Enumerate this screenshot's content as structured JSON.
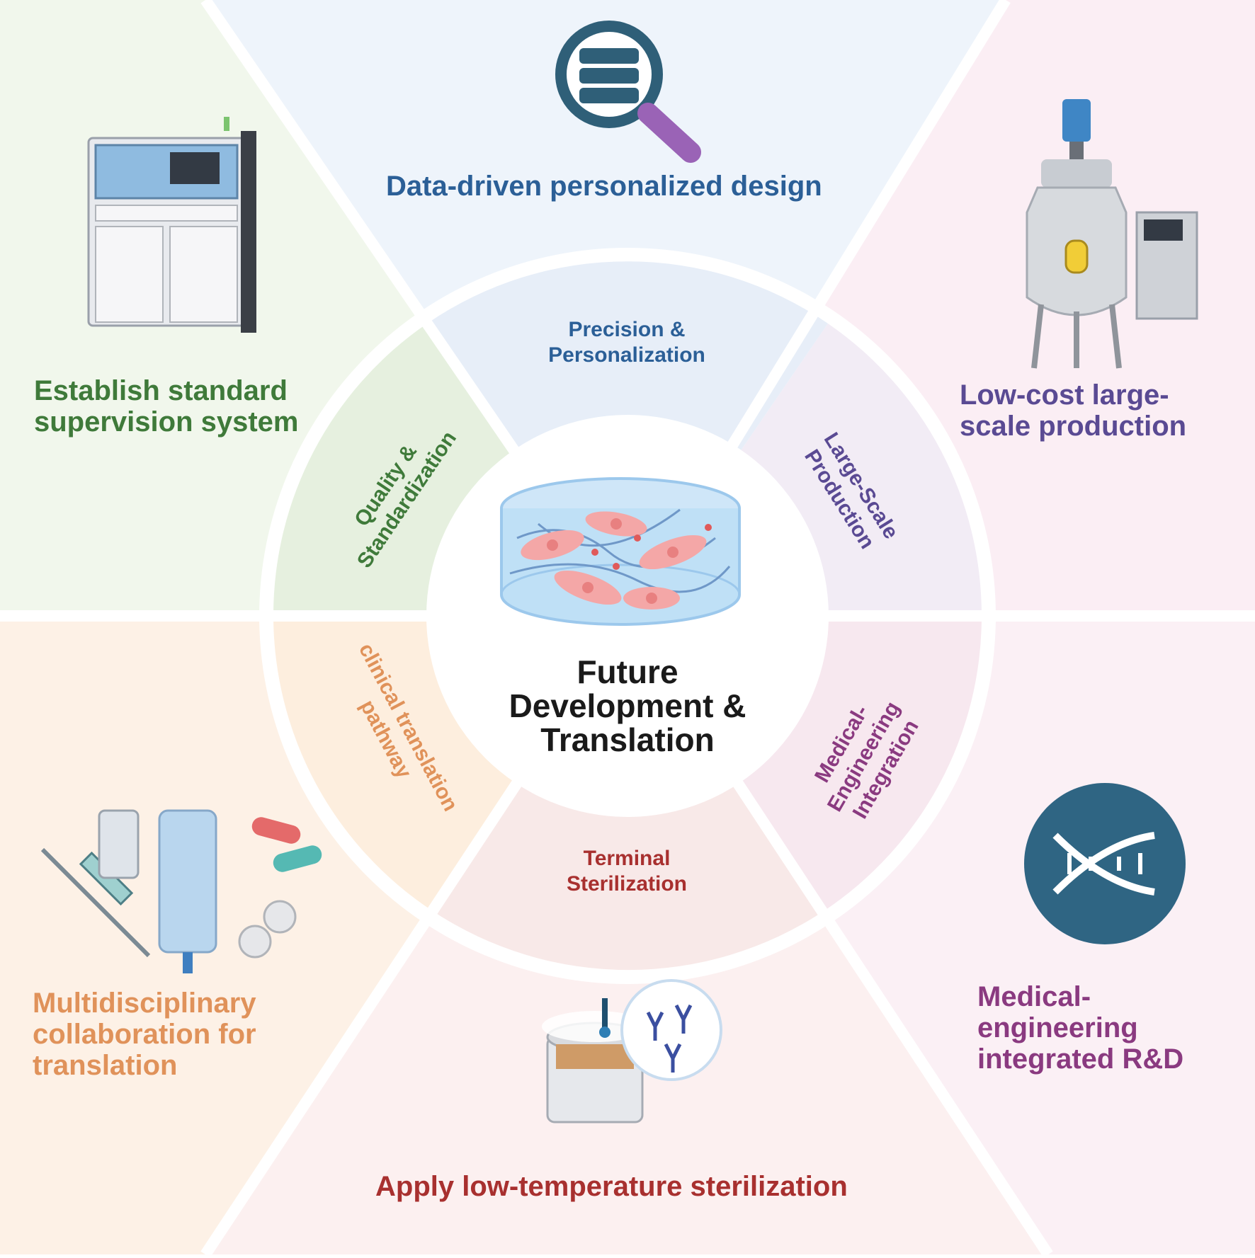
{
  "center": {
    "title_lines": [
      "Future",
      "Development &",
      "Translation"
    ]
  },
  "colors": {
    "blue": "#2b5f97",
    "purple": "#5a4a93",
    "green": "#3f7a3a",
    "orange": "#e0925a",
    "red": "#a8302f",
    "magenta": "#8a3a80"
  },
  "segments": {
    "top": {
      "outer_label": "Data-driven personalized design",
      "inner_lines": [
        "Precision &",
        "Personalization"
      ],
      "icon": "database-search-icon"
    },
    "top_right": {
      "outer_lines": [
        "Low-cost large-",
        "scale production"
      ],
      "inner_lines": [
        "Large-Scale",
        "Production"
      ],
      "icon": "bioreactor-icon"
    },
    "top_left": {
      "outer_lines": [
        "Establish standard",
        "supervision system"
      ],
      "inner_lines": [
        "Quality &",
        "Standardization"
      ],
      "icon": "automated-analyzer-icon"
    },
    "bottom_left": {
      "outer_lines": [
        "Multidisciplinary",
        "collaboration for",
        "translation"
      ],
      "inner_lines": [
        "clinical translation",
        "pathway"
      ],
      "icon": "medical-supplies-icon"
    },
    "bottom_right": {
      "outer_lines": [
        "Medical-",
        "engineering",
        "integrated R&D"
      ],
      "inner_lines": [
        "Medical-",
        "Engineering",
        "Integration"
      ],
      "icon": "dna-icon"
    },
    "bottom": {
      "outer_label": "Apply low-temperature sterilization",
      "inner_lines": [
        "Terminal",
        "Sterilization"
      ],
      "icon": "sterilization-icon"
    }
  }
}
